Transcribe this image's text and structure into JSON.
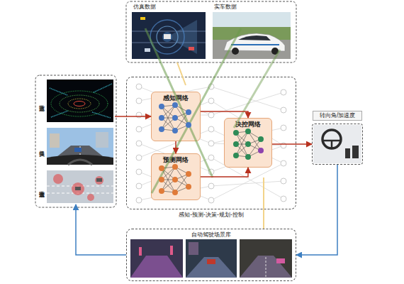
{
  "diagram": {
    "nodes": [
      {
        "text": [
          "仿真数据"
        ]
      },
      {
        "text": [
          "实车数据"
        ]
      },
      {
        "text": [
          "激光雷达"
        ]
      },
      {
        "text": [
          "摄像头"
        ]
      },
      {
        "text": [
          "毫米波雷达"
        ]
      },
      {
        "text": [
          "感知-预测-决策-规划-控制"
        ]
      },
      {
        "text": [
          "感知网络"
        ],
        "in": 5
      },
      {
        "text": [
          "预测网络"
        ],
        "in": 5
      },
      {
        "text": [
          "决控网络"
        ],
        "in": 5
      },
      {
        "text": [
          "转向角/加速度"
        ]
      },
      {
        "text": [
          "自动驾驶场景库"
        ]
      }
    ],
    "edges": [
      {
        "from": 2,
        "to": 6,
        "arrow": "to"
      },
      {
        "from": 6,
        "to": 8,
        "arrow": "to"
      },
      {
        "from": 7,
        "to": 8,
        "arrow": "to"
      },
      {
        "from": 6,
        "to": 7,
        "arrow": "to"
      },
      {
        "from": 8,
        "to": 9,
        "arrow": "to"
      },
      {
        "from": 9,
        "to": 10,
        "arrow": "to"
      },
      {
        "from": 10,
        "to": 4,
        "arrow": "to"
      }
    ]
  }
}
